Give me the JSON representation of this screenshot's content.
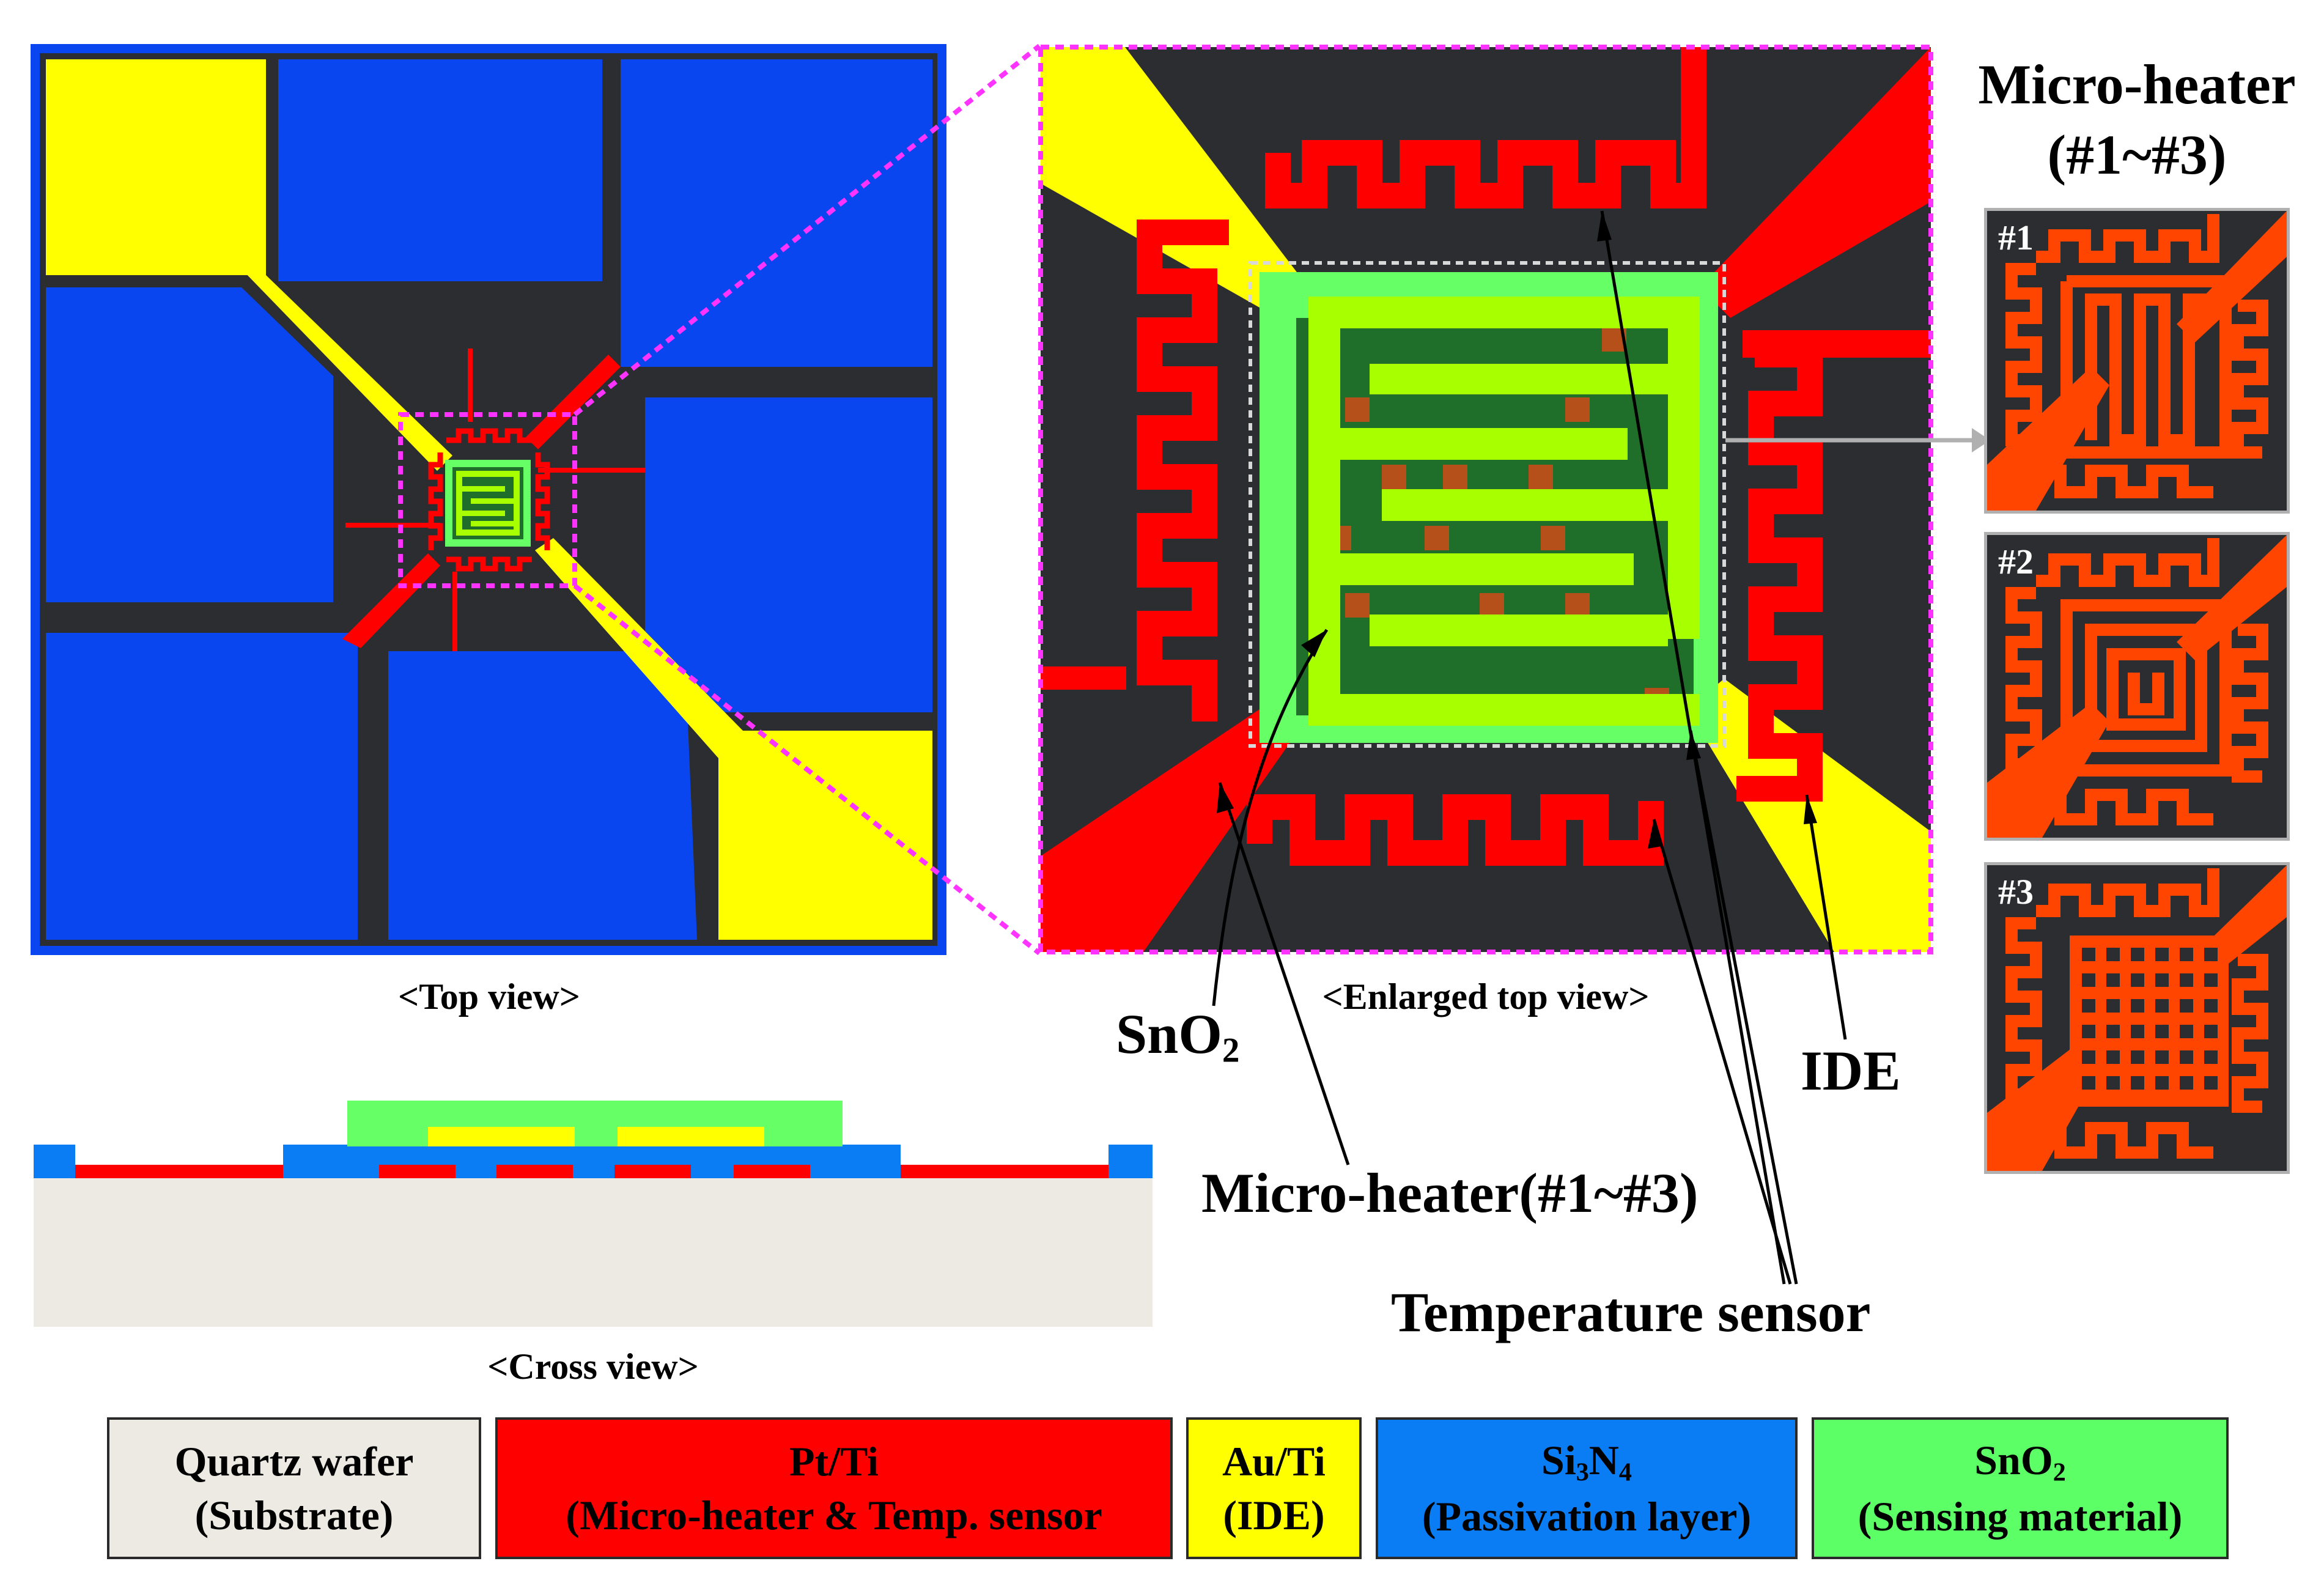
{
  "captions": {
    "top_view": "<Top view>",
    "enlarged_top_view": "<Enlarged top view>",
    "cross_view": "<Cross view>"
  },
  "heater_panel": {
    "title_line1": "Micro-heater",
    "title_line2": "(#1~#3)",
    "variants": [
      "#1",
      "#2",
      "#3"
    ]
  },
  "callouts": {
    "sno2": {
      "base": "SnO",
      "sub": "2"
    },
    "ide": "IDE",
    "micro_heater": "Micro-heater(#1~#3)",
    "temp_sensor": "Temperature sensor"
  },
  "legend": [
    {
      "key": "quartz",
      "line1": "Quartz wafer",
      "line2": "(Substrate)",
      "color": "#eceae2"
    },
    {
      "key": "ptti",
      "line1": "Pt/Ti",
      "line2": "(Micro-heater & Temp. sensor",
      "color": "#ff0000"
    },
    {
      "key": "auti",
      "line1": "Au/Ti",
      "line2": "(IDE)",
      "color": "#ffff00"
    },
    {
      "key": "si3n4",
      "line1_parts": [
        "Si",
        "3",
        "N",
        "4"
      ],
      "line2": "(Passivation layer)",
      "color": "#0a7df5"
    },
    {
      "key": "sno2",
      "line1_parts": [
        "SnO",
        "2"
      ],
      "line2": "(Sensing material)",
      "color": "#5dff66"
    }
  ],
  "colors": {
    "substrate_dark": "#2b2d30",
    "pad_blue": "#0a46f0",
    "pt_red": "#ff0000",
    "au_yellow": "#ffff00",
    "sno2_green": "#66ff66",
    "enlarged_green": "#1f6e2a",
    "ide_lime": "#a8ff00",
    "heater_orange": "#ff4500",
    "magenta": "#ff33ff"
  }
}
